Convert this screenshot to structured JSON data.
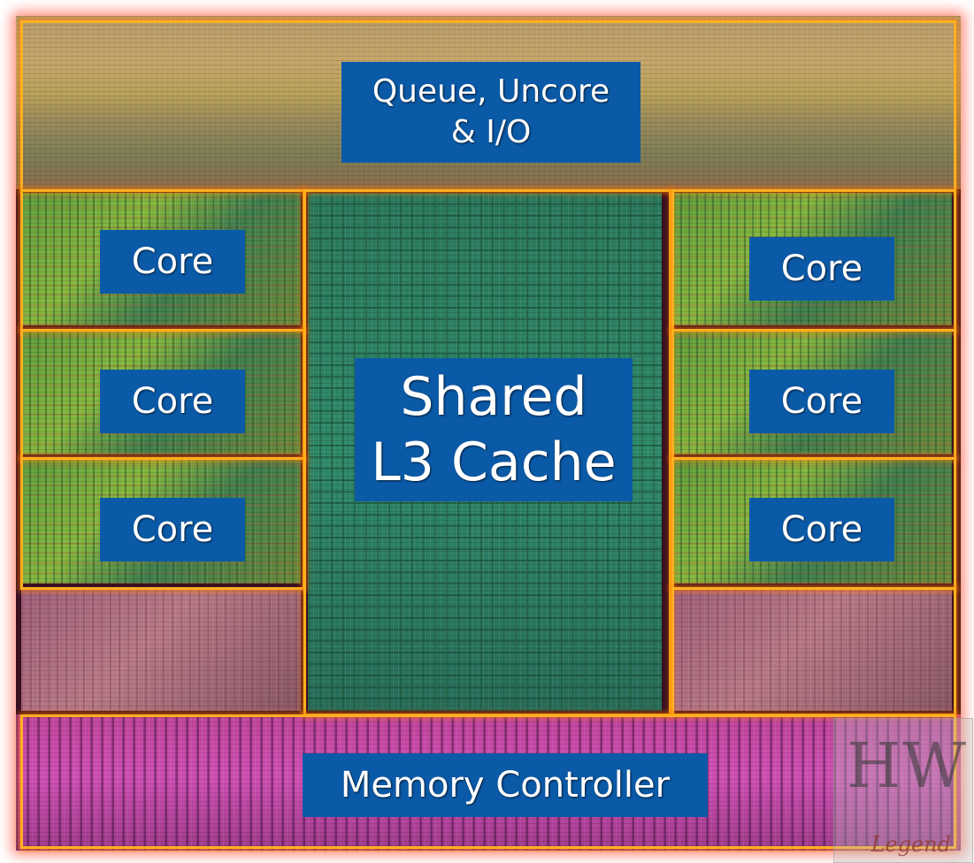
{
  "labels": {
    "uncore": [
      "Queue, Uncore",
      "& I/O"
    ],
    "cache": [
      "Shared",
      "L3 Cache"
    ],
    "core": "Core",
    "memory": "Memory Controller"
  },
  "watermark": {
    "text": "HW",
    "subtext": "Legend"
  },
  "colors": {
    "label_bg": "#0b5aa8",
    "outline": "#ffb020",
    "glow": "#ff5a3c"
  }
}
